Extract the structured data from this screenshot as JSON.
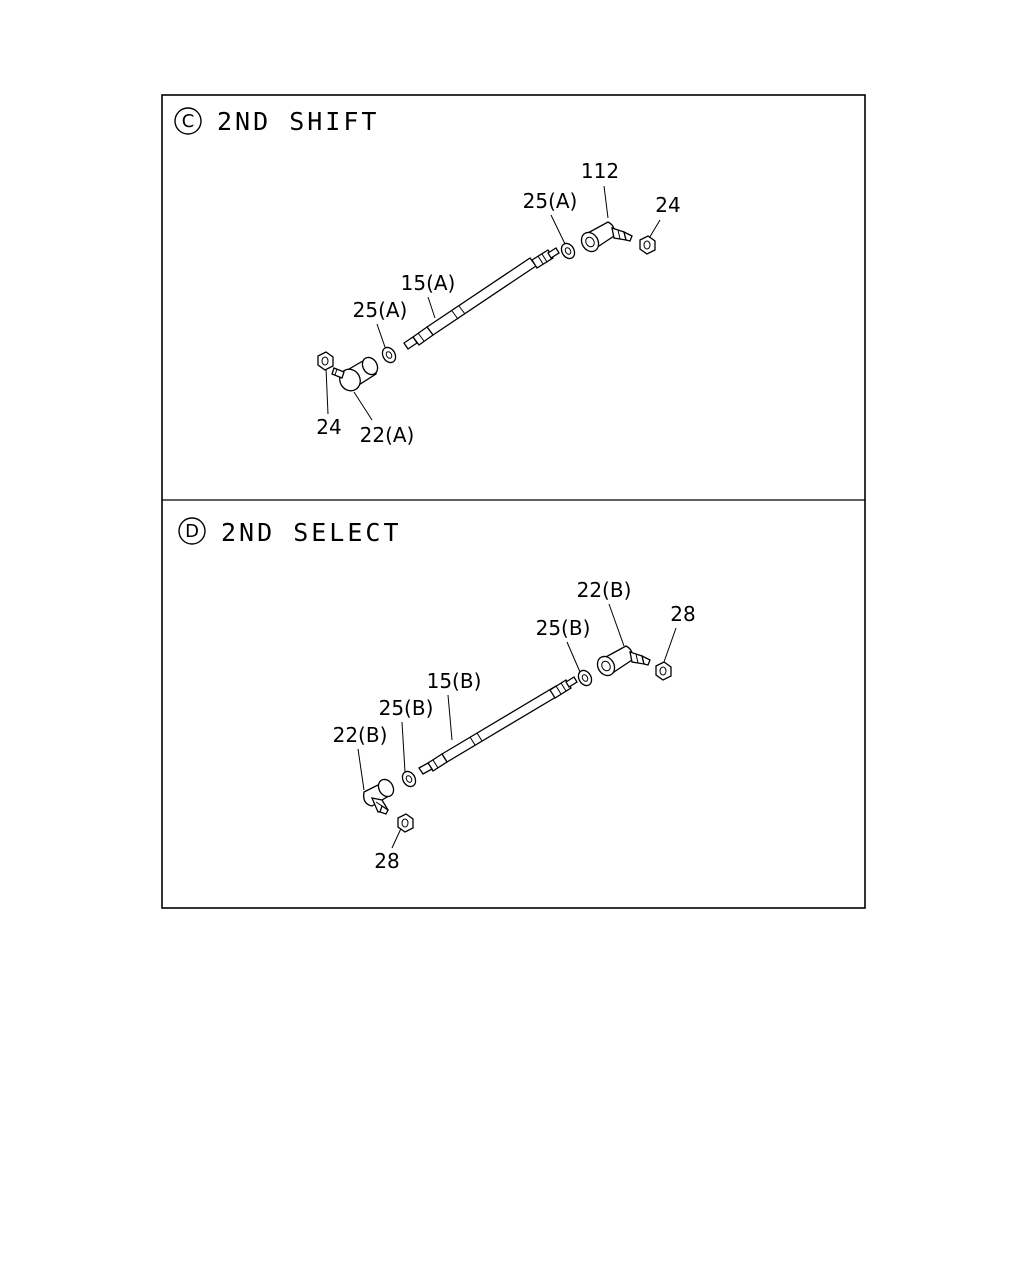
{
  "panels": [
    {
      "badge": "C",
      "title": "2ND SHIFT",
      "callouts": {
        "c1": "112",
        "c2": "25(A)",
        "c3": "24",
        "c4": "15(A)",
        "c5": "25(A)",
        "c6": "24",
        "c7": "22(A)"
      }
    },
    {
      "badge": "D",
      "title": "2ND SELECT",
      "callouts": {
        "c1": "22(B)",
        "c2": "25(B)",
        "c3": "28",
        "c4": "15(B)",
        "c5": "25(B)",
        "c6": "22(B)",
        "c7": "28"
      }
    }
  ]
}
